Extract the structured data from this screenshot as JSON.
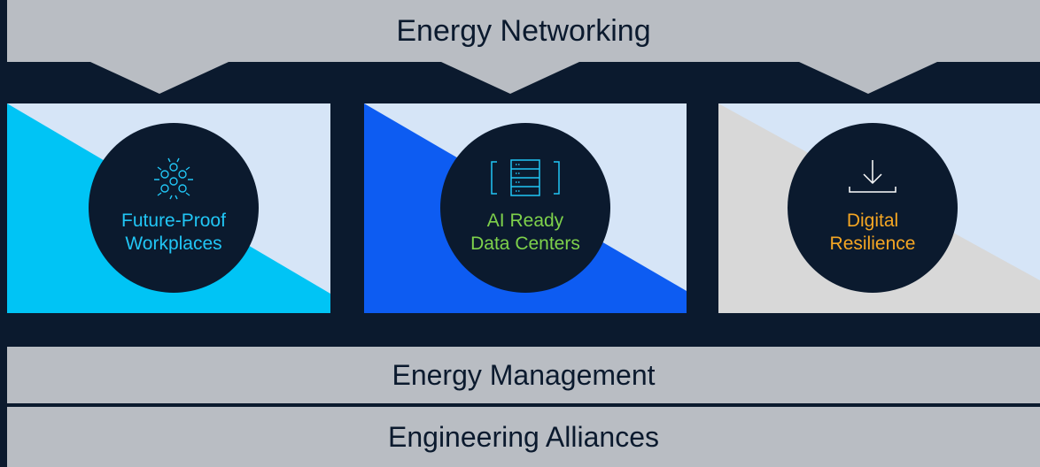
{
  "top_banner": {
    "title": "Energy Networking"
  },
  "pillars": [
    {
      "line1": "Future-Proof",
      "line2": "Workplaces",
      "icon": "network-nodes-icon",
      "label_color": "#21c6f5",
      "accent": "#00c4f5"
    },
    {
      "line1": "AI Ready",
      "line2": "Data Centers",
      "icon": "server-rack-icon",
      "label_color": "#7ed14b",
      "accent": "#0d5cf2"
    },
    {
      "line1": "Digital",
      "line2": "Resilience",
      "icon": "download-icon",
      "label_color": "#f5a623",
      "accent": "#d8d8d8"
    }
  ],
  "management_bar": {
    "label": "Energy Management"
  },
  "alliances_bar": {
    "label": "Engineering Alliances"
  },
  "colors": {
    "background": "#0b1a2e",
    "bar": "#b9bdc3",
    "panel_light": "#d6e5f7"
  }
}
